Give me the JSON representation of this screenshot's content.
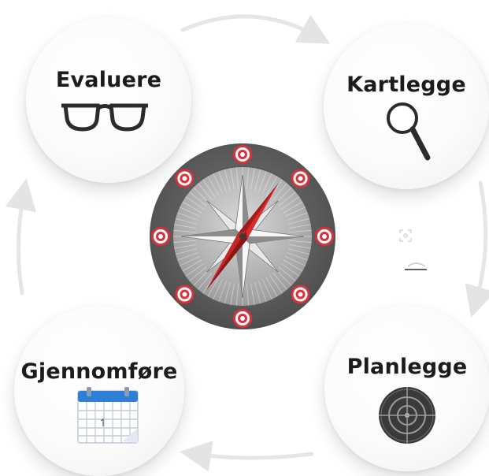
{
  "steps": {
    "evaluere": {
      "label": "Evaluere",
      "icon": "glasses-icon"
    },
    "kartlegge": {
      "label": "Kartlegge",
      "icon": "magnifying-glass-icon"
    },
    "planlegge": {
      "label": "Planlegge",
      "icon": "target-icon"
    },
    "gjennomfore": {
      "label": "Gjennomføre",
      "icon": "calendar-icon"
    }
  },
  "center": {
    "icon": "compass-icon",
    "marker_count": 8
  },
  "cycle": {
    "direction": "clockwise",
    "arrow_color": "#e6e6e6"
  },
  "colors": {
    "compass_ring": "#6a6a6a",
    "needle": "#c62828",
    "marker_red": "#d9323a",
    "calendar_blue": "#2f7fd8",
    "label": "#1c1c1c"
  }
}
